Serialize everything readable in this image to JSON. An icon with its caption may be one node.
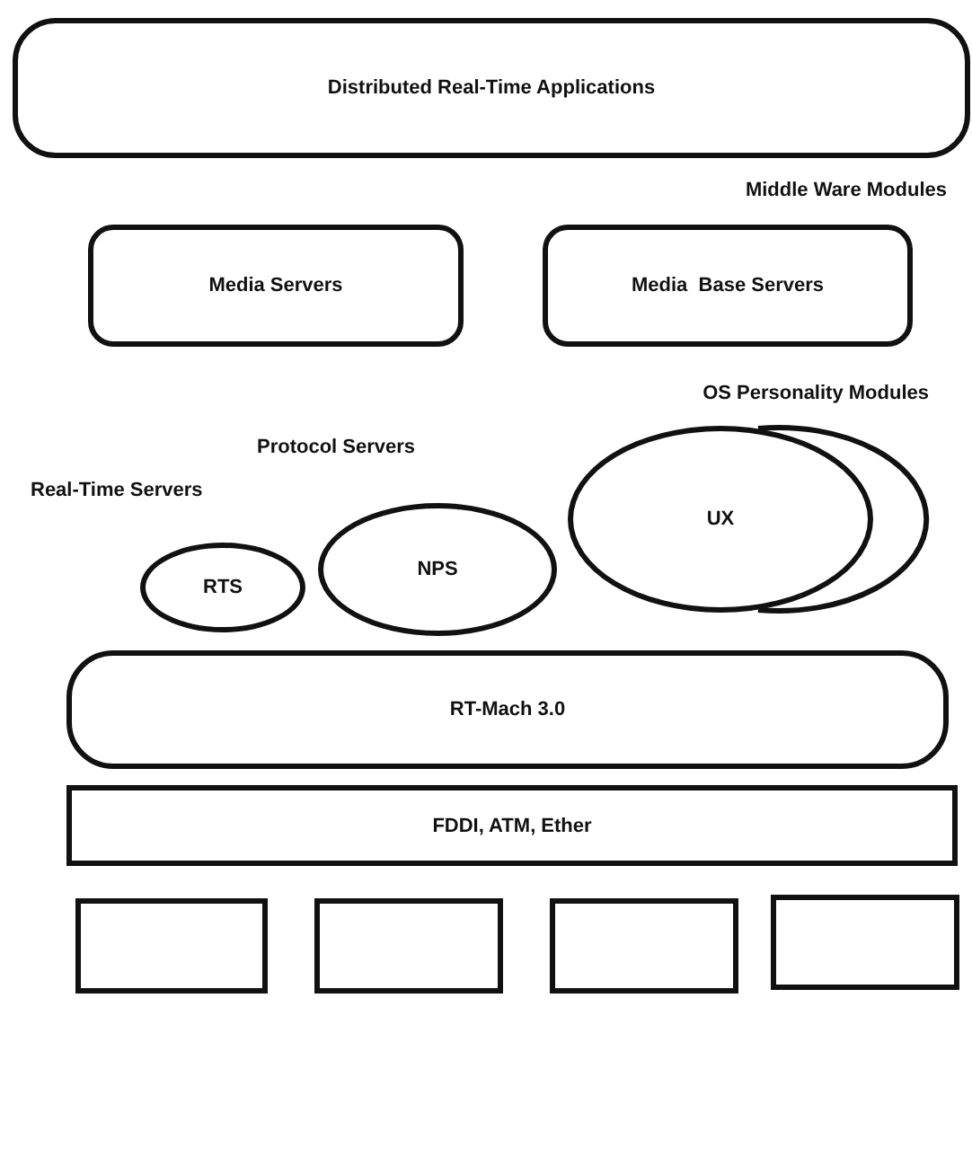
{
  "diagram": {
    "nodes": [
      {
        "text": [
          "Distributed Real-Time Applications"
        ]
      },
      {
        "text": [
          "Media Servers"
        ]
      },
      {
        "text": [
          "Media  Base Servers"
        ]
      },
      {
        "text": [
          "RTS"
        ]
      },
      {
        "text": [
          "NPS"
        ]
      },
      {
        "text": [],
        "shape": "circle"
      },
      {
        "text": [
          "UX"
        ]
      },
      {
        "text": [
          "RT-Mach 3.0"
        ]
      },
      {
        "text": [
          "FDDI, ATM, Ether"
        ]
      },
      {
        "text": [],
        "shape": "box"
      },
      {
        "text": [],
        "shape": "box"
      },
      {
        "text": [],
        "shape": "box"
      },
      {
        "text": [],
        "shape": "box"
      }
    ],
    "labels": [
      "Middle Ware Modules",
      "OS Personality Modules",
      "Protocol Servers",
      "Real-Time Servers"
    ]
  }
}
